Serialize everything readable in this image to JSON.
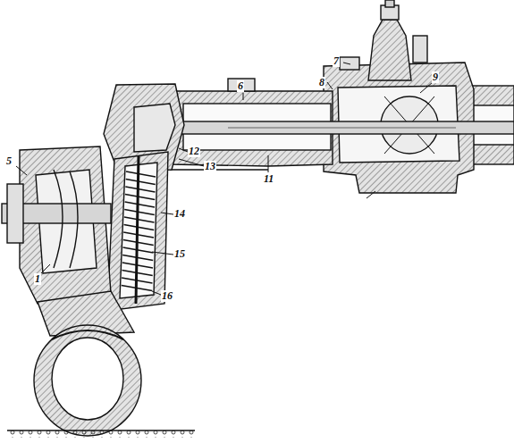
{
  "diagram": {
    "labels": [
      "1",
      "5",
      "6",
      "7",
      "8",
      "9",
      "11",
      "12",
      "13",
      "14",
      "15",
      "16"
    ]
  }
}
